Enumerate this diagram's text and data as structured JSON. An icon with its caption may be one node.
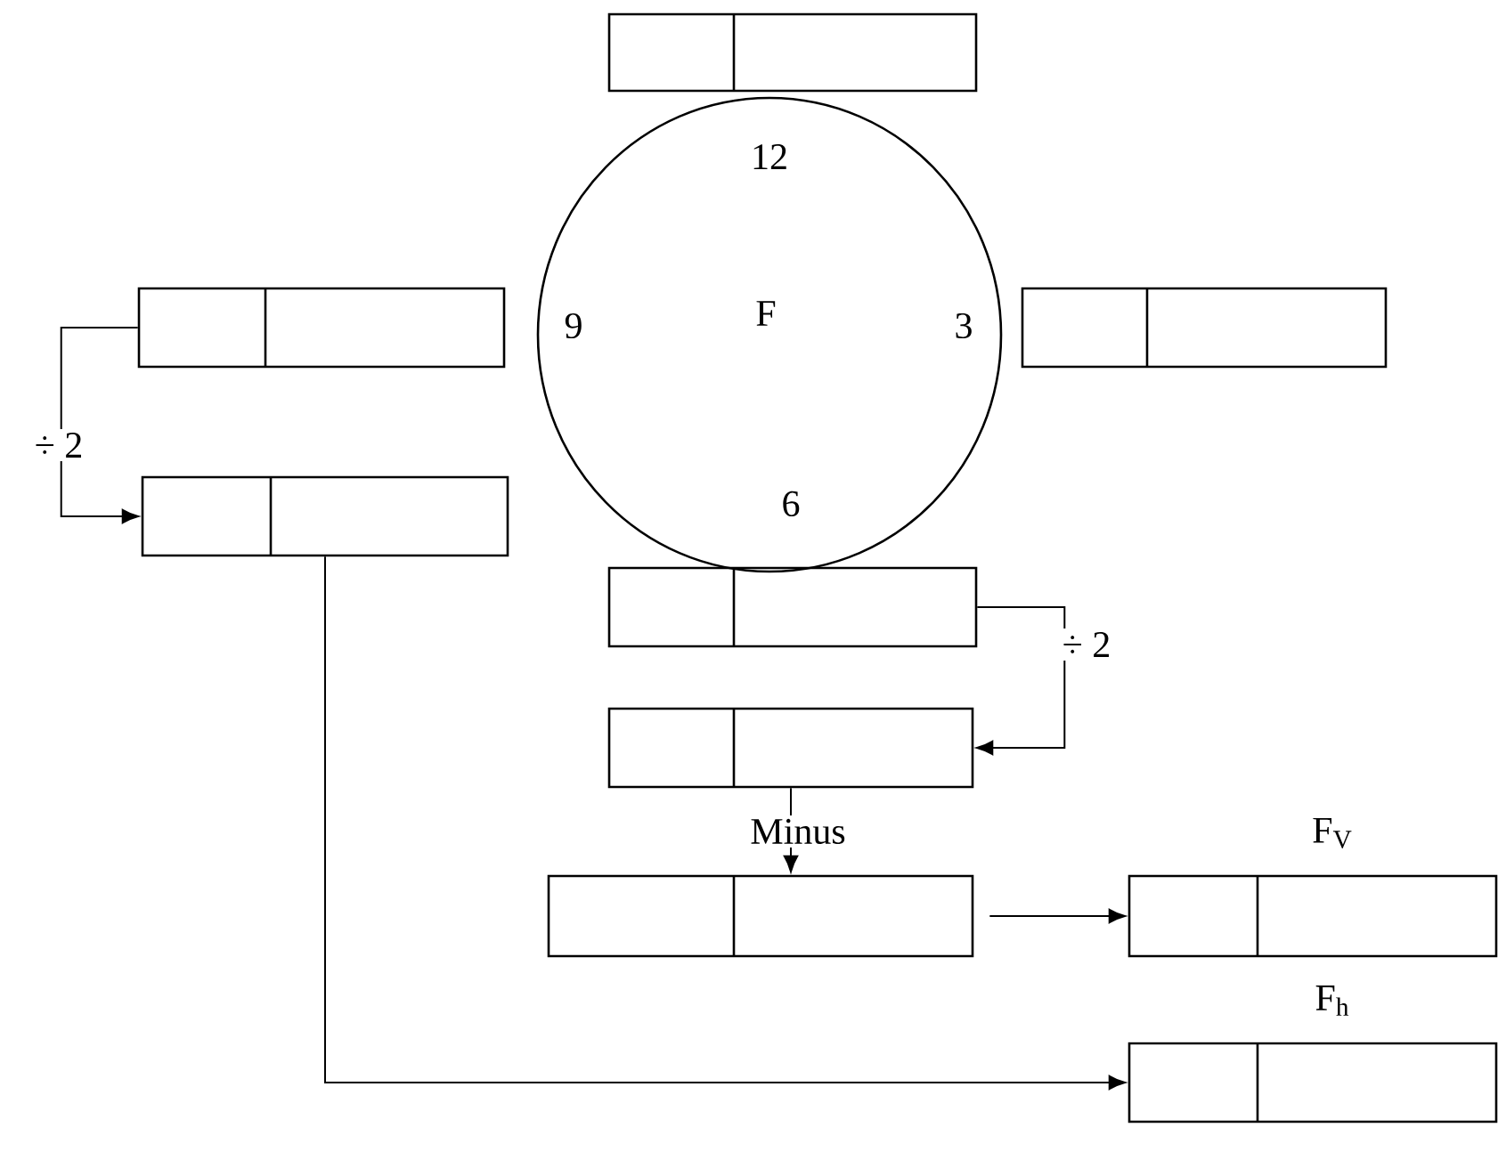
{
  "diagram": {
    "nodes": [
      {
        "text": [
          "12",
          "9",
          "F",
          "3",
          "6"
        ]
      },
      {
        "text": [],
        "shape": "box"
      },
      {
        "text": [],
        "shape": "box"
      },
      {
        "text": [],
        "shape": "box"
      },
      {
        "text": [],
        "shape": "box"
      },
      {
        "text": [],
        "shape": "box"
      },
      {
        "text": [],
        "shape": "box"
      },
      {
        "text": [],
        "shape": "box"
      },
      {
        "text": [
          "F$_{V}$"
        ]
      },
      {
        "text": [
          "F$_{h}$"
        ]
      }
    ],
    "edges": [
      {
        "from": 2,
        "to": 4,
        "arrow": "to",
        "label": "÷ 2"
      },
      {
        "from": 5,
        "to": 6,
        "arrow": "to",
        "label": "÷ 2"
      },
      {
        "from": 6,
        "to": 7,
        "arrow": "to",
        "label": "Minus"
      },
      {
        "from": 7,
        "to": 8,
        "arrow": "to"
      },
      {
        "from": 4,
        "to": 9,
        "arrow": "to"
      }
    ]
  }
}
